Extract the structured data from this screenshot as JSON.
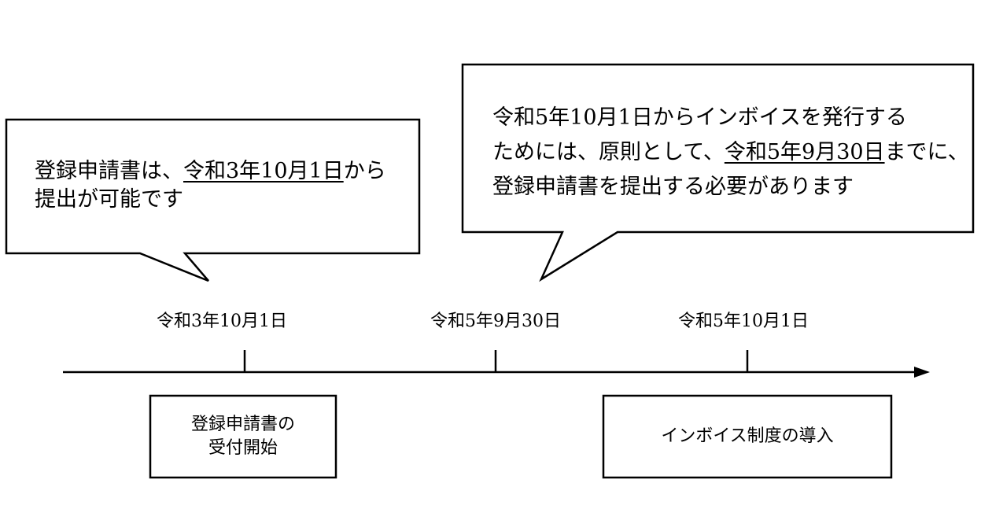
{
  "bubble_left": {
    "line1_pre": "登録申請書は、",
    "line1_underlined": "令和3年10月1日",
    "line1_post": "から",
    "line2": "提出が可能です"
  },
  "bubble_right": {
    "line1": "令和5年10月1日からインボイスを発行する",
    "line2_pre": "ためには、原則として、",
    "line2_underlined": "令和5年9月30日",
    "line2_post": "までに、",
    "line3": "登録申請書を提出する必要があります"
  },
  "timeline": {
    "dates": [
      "令和3年10月1日",
      "令和5年9月30日",
      "令和5年10月1日"
    ]
  },
  "boxes": {
    "registration_line1": "登録申請書の",
    "registration_line2": "受付開始",
    "invoice": "インボイス制度の導入"
  }
}
